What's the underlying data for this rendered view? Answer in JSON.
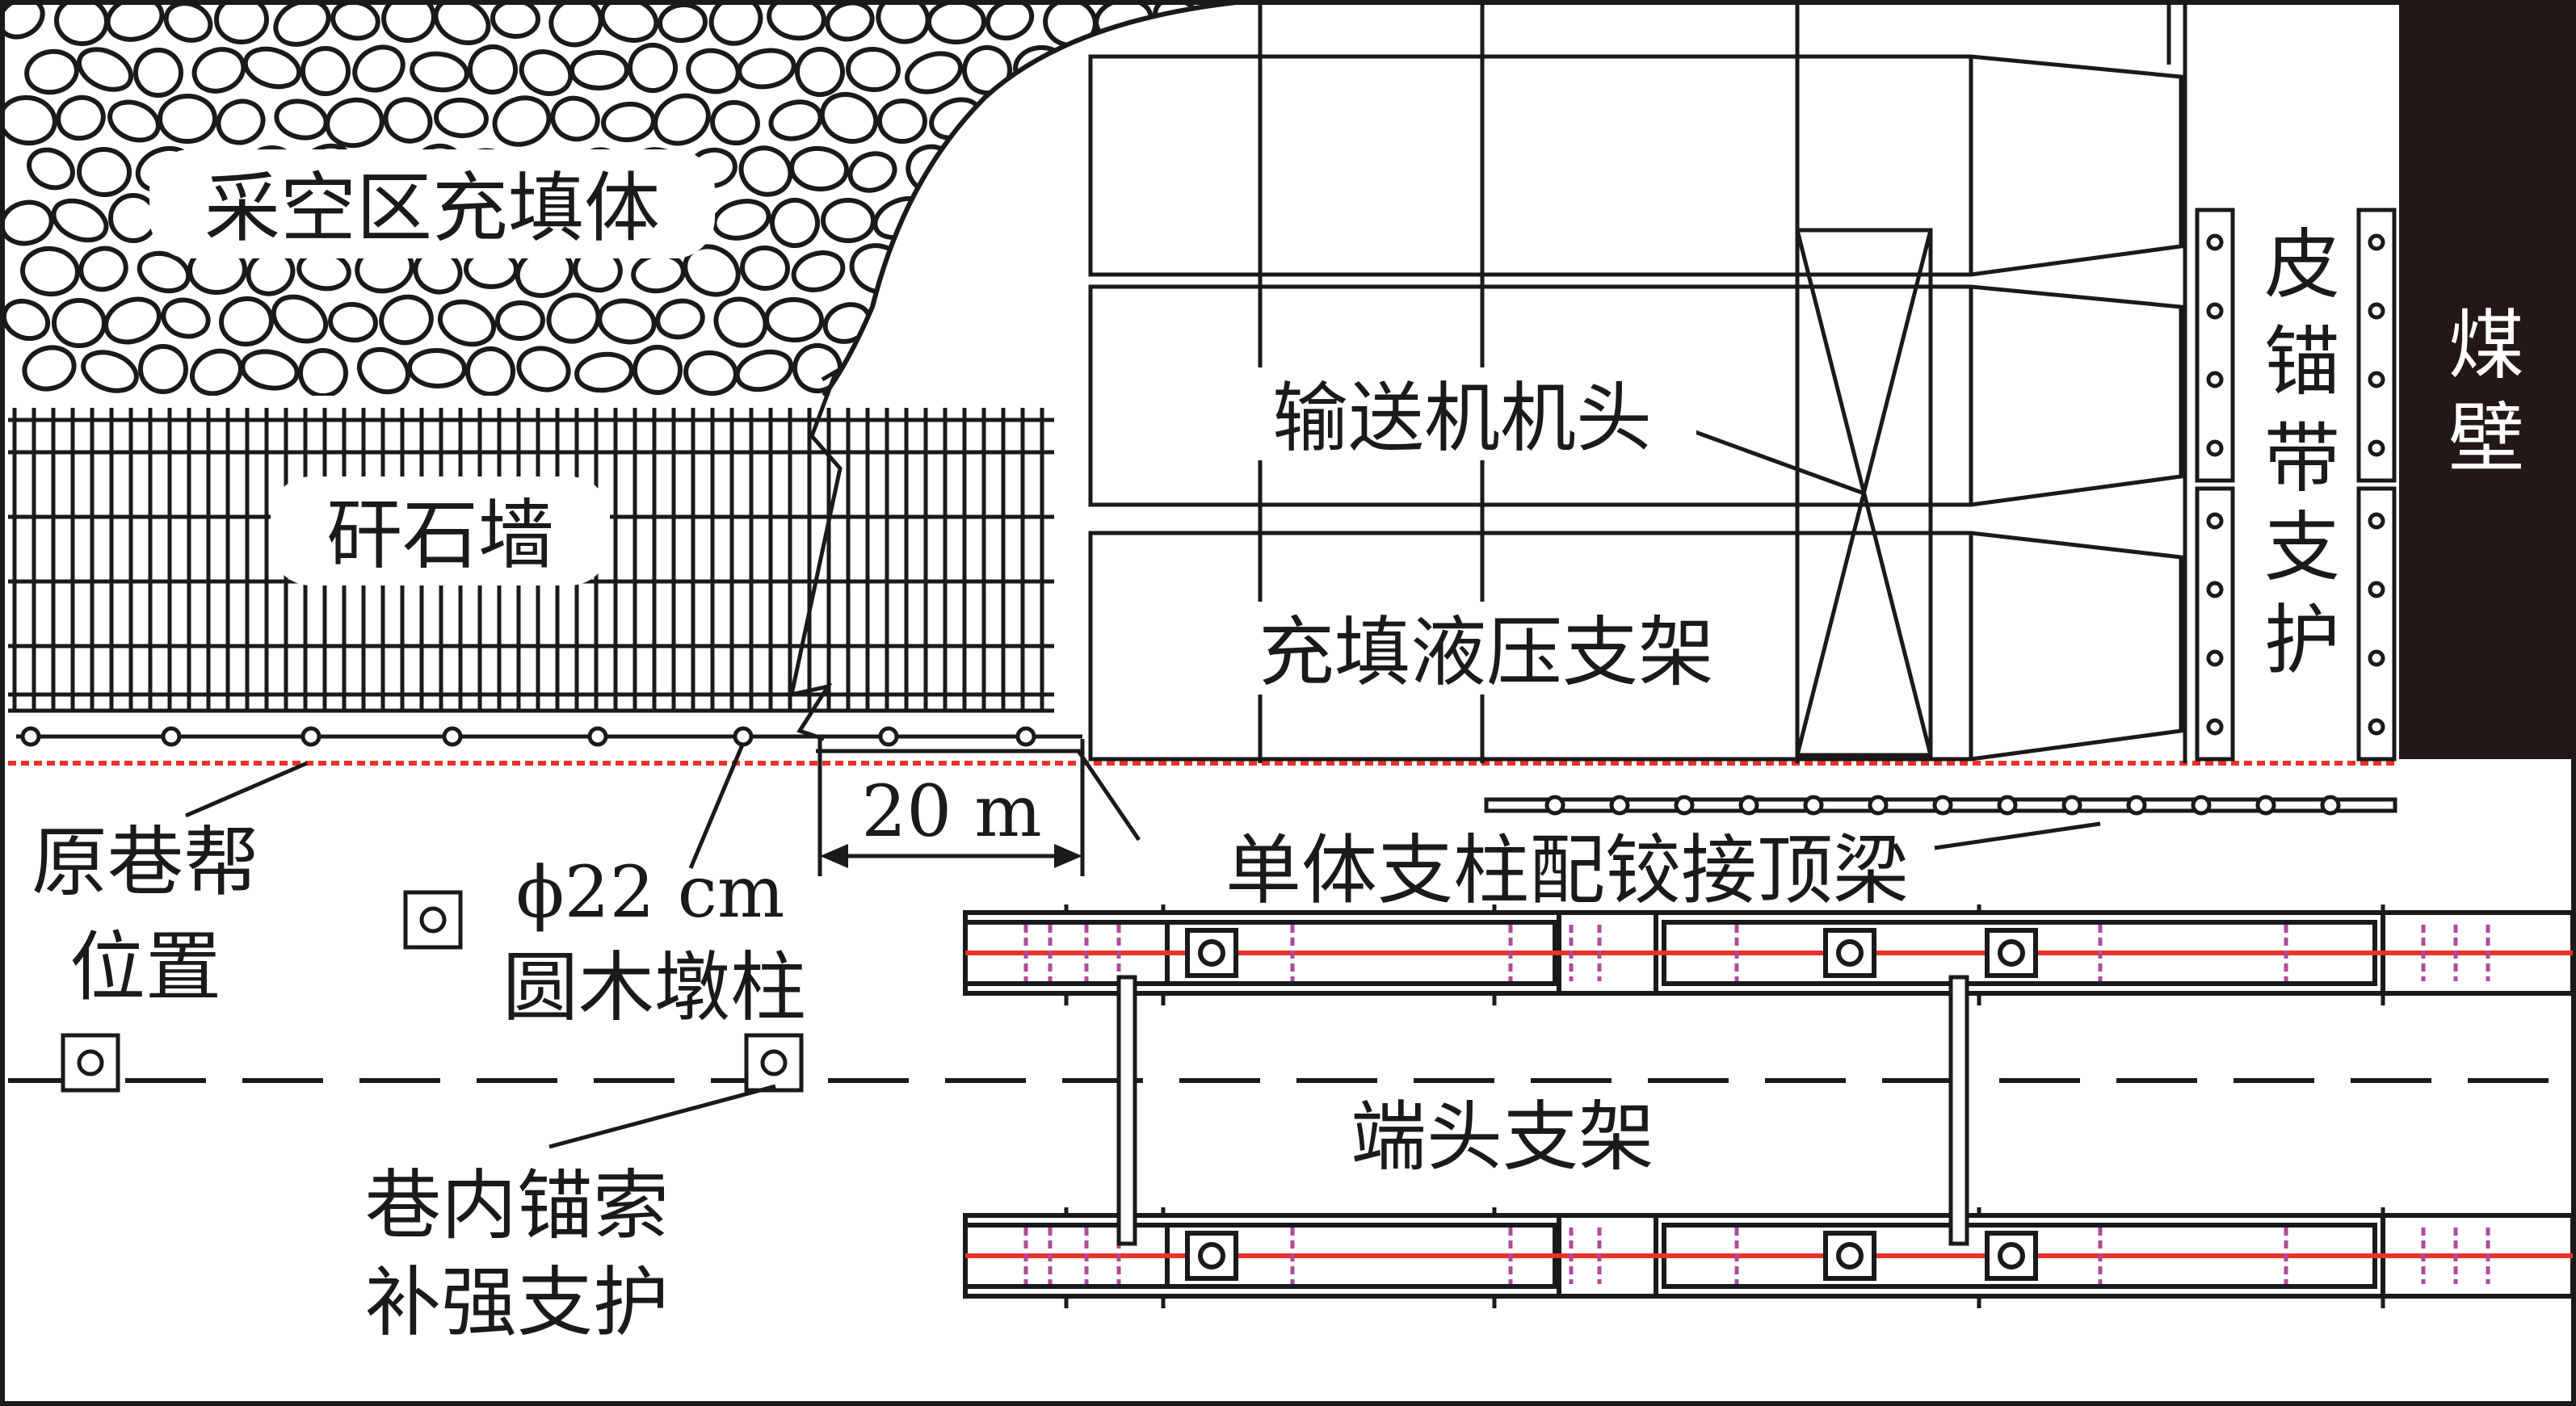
{
  "labels": {
    "goaf_fill": "采空区充填体",
    "gangue_wall": "矸石墙",
    "conveyor_head": "输送机机头",
    "fill_support": "充填液压支架",
    "belt_anchor_1": "皮",
    "belt_anchor_2": "锚",
    "belt_anchor_3": "带",
    "belt_anchor_4": "支",
    "belt_anchor_5": "护",
    "coal_wall_1": "煤",
    "coal_wall_2": "壁",
    "orig_rib_1": "原巷帮",
    "orig_rib_2": "位置",
    "dim_20m": "20 m",
    "prop_beam": "单体支柱配铰接顶梁",
    "wood_pillar_1": "ϕ22 cm",
    "wood_pillar_2": "圆木墩柱",
    "end_support": "端头支架",
    "cable_1": "巷内锚索",
    "cable_2": "补强支护"
  },
  "colors": {
    "line": "#1a1a1a",
    "coal_wall": "#231815",
    "red_line": "#e8322a",
    "magenta": "#b04a9a"
  }
}
